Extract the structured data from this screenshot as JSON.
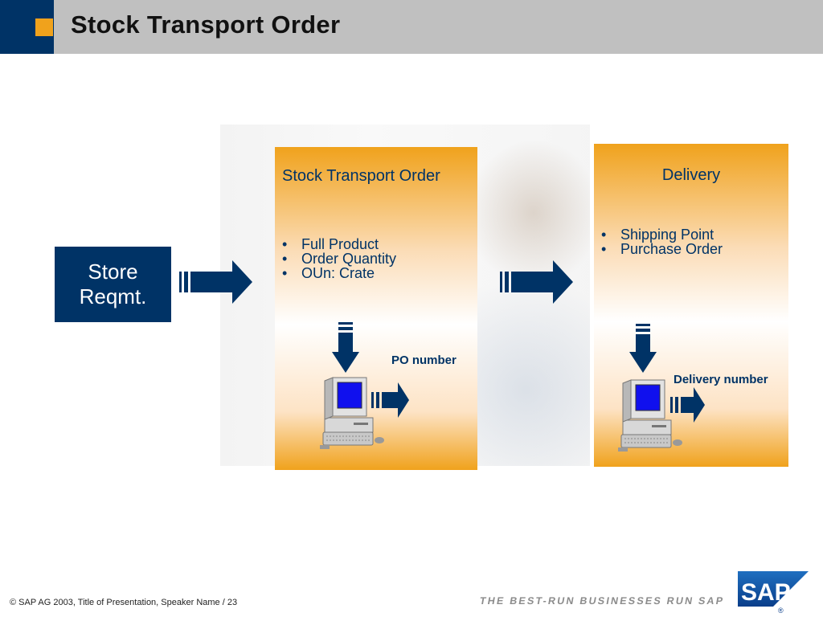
{
  "header": {
    "title": "Stock Transport Order"
  },
  "store_box": {
    "line1": "Store",
    "line2": "Reqmt."
  },
  "sto_panel": {
    "title": "Stock Transport Order",
    "bullets": [
      "Full Product",
      "Order Quantity",
      "OUn: Crate"
    ],
    "output_label": "PO number"
  },
  "delivery_panel": {
    "title": "Delivery",
    "bullets": [
      "Shipping Point",
      "Purchase Order"
    ],
    "output_label": "Delivery number"
  },
  "footer": {
    "copyright": "©  SAP AG 2003, Title of Presentation, Speaker Name / 23",
    "tagline": "THE BEST-RUN BUSINESSES RUN SAP",
    "logo_text": "SAP",
    "logo_mark": "®"
  },
  "colors": {
    "navy": "#003366",
    "orange": "#f0a21c",
    "header_gray": "#c0c0c0"
  },
  "icons": [
    "arrow-right-icon",
    "arrow-down-icon",
    "computer-icon"
  ]
}
